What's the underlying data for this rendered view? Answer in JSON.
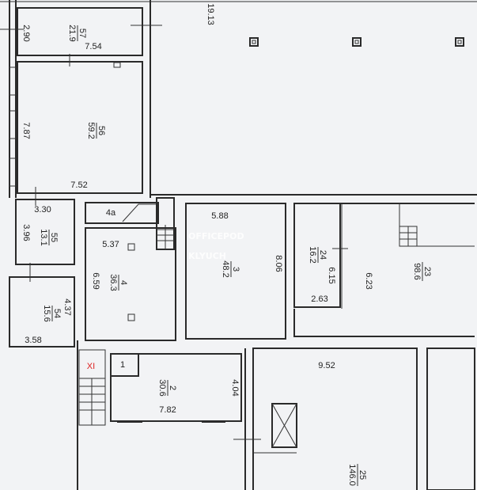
{
  "plan": {
    "overall_dimension": "19.13",
    "watermark": [
      "OFFICEPOD",
      "KLYUCH"
    ],
    "rooms": {
      "r57": {
        "number": "57",
        "area": "21.9",
        "dims": [
          "2.90",
          "7.54"
        ]
      },
      "r56": {
        "number": "56",
        "area": "59.2",
        "dims": [
          "7.87",
          "7.52"
        ]
      },
      "r55": {
        "number": "55",
        "area": "13.1",
        "dims": [
          "3.30",
          "3.96"
        ]
      },
      "r54": {
        "number": "54",
        "area": "15.6",
        "dims": [
          "4.37",
          "3.58"
        ]
      },
      "r4a": {
        "number": "4a"
      },
      "r4": {
        "number": "4",
        "area": "36.3",
        "dims": [
          "5.37",
          "6.59"
        ]
      },
      "r3": {
        "number": "3",
        "area": "48.2",
        "dims": [
          "5.88",
          "8.06"
        ]
      },
      "r24": {
        "number": "24",
        "area": "16.2",
        "dims": [
          "6.15",
          "2.63"
        ]
      },
      "r23": {
        "number": "23",
        "area": "98.6",
        "dims": [
          "6.23"
        ]
      },
      "r1": {
        "number": "1"
      },
      "r2": {
        "number": "2",
        "area": "30.6",
        "dims": [
          "4.04",
          "7.82"
        ]
      },
      "r25": {
        "number": "25",
        "area": "146.0",
        "dims": [
          "9.52"
        ]
      }
    },
    "stair_mark": "XI",
    "colors": {
      "wall": "#2a2a2a",
      "background": "#f2f3f5",
      "mark": "#dd2222"
    }
  }
}
